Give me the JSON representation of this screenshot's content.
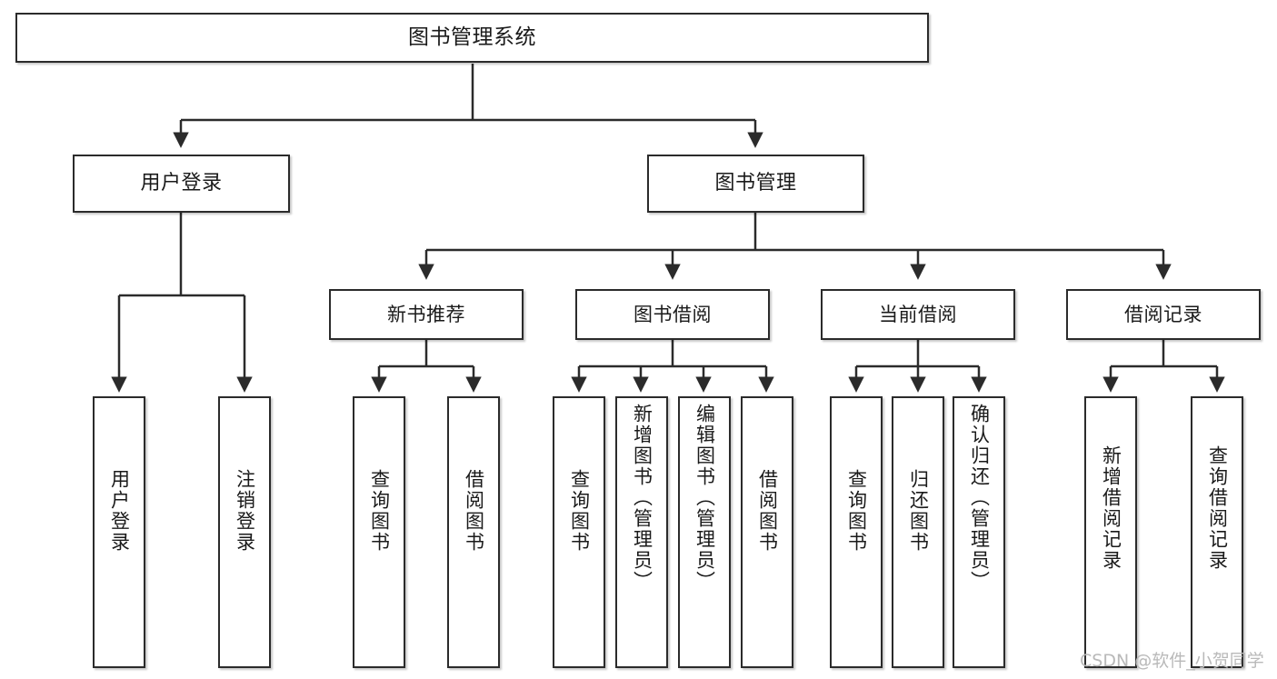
{
  "diagram": {
    "title": "图书管理系统",
    "type": "hierarchy-tree",
    "watermark": "CSDN @软件_小贺同学",
    "colors": {
      "box_border": "#2b2b2b",
      "box_fill": "#ffffff",
      "line": "#2b2b2b",
      "text": "#1a1a1a",
      "watermark": "#b9b9b9"
    },
    "nodes": {
      "root": {
        "label": "图书管理系统"
      },
      "level2": [
        {
          "label": "用户登录"
        },
        {
          "label": "图书管理"
        }
      ],
      "level3": [
        {
          "label": "新书推荐"
        },
        {
          "label": "图书借阅"
        },
        {
          "label": "当前借阅"
        },
        {
          "label": "借阅记录"
        }
      ],
      "leaves": {
        "user_login": [
          {
            "label": "用户登录"
          },
          {
            "label": "注销登录"
          }
        ],
        "new_book_recommend": [
          {
            "label": "查询图书"
          },
          {
            "label": "借阅图书"
          }
        ],
        "book_borrow": [
          {
            "label": "查询图书"
          },
          {
            "label": "新增图书（管理员）"
          },
          {
            "label": "编辑图书（管理员）"
          },
          {
            "label": "借阅图书"
          }
        ],
        "current_borrow": [
          {
            "label": "查询图书"
          },
          {
            "label": "归还图书"
          },
          {
            "label": "确认归还（管理员）"
          }
        ],
        "borrow_record": [
          {
            "label": "新增借阅记录"
          },
          {
            "label": "查询借阅记录"
          }
        ]
      }
    }
  }
}
